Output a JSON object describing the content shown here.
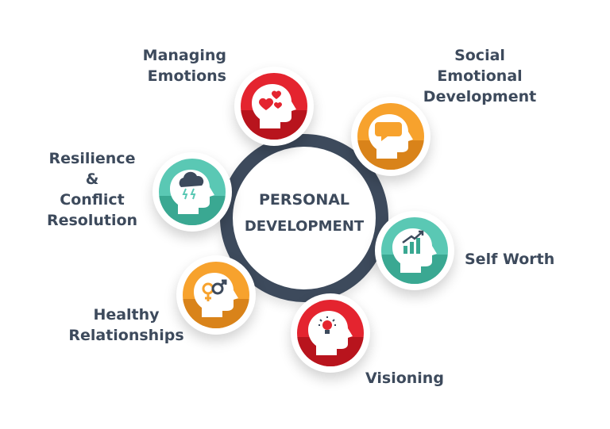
{
  "center": {
    "line1": "PERSONAL",
    "line2": "DEVELOPMENT"
  },
  "colors": {
    "ring": "#3d4a5c",
    "text": "#3d4a5c",
    "red": "#e4242f",
    "red_dark": "#b8141d",
    "orange": "#f7a22d",
    "orange_dark": "#d9831a",
    "teal": "#5ac8b4",
    "teal_dark": "#3aa892"
  },
  "nodes": [
    {
      "id": "managing-emotions",
      "lines": [
        "Managing",
        "Emotions"
      ],
      "color": "red",
      "icon": "hearts-icon"
    },
    {
      "id": "social-emotional-development",
      "lines": [
        "Social",
        "Emotional",
        "Development"
      ],
      "color": "orange",
      "icon": "speech-bubble-icon"
    },
    {
      "id": "resilience-conflict-resolution",
      "lines": [
        "Resilience",
        "&",
        "Conflict",
        "Resolution"
      ],
      "color": "teal",
      "icon": "storm-cloud-icon"
    },
    {
      "id": "self-worth",
      "lines": [
        "Self Worth"
      ],
      "color": "teal",
      "icon": "growth-chart-icon"
    },
    {
      "id": "healthy-relationships",
      "lines": [
        "Healthy",
        "Relationships"
      ],
      "color": "orange",
      "icon": "gender-symbols-icon"
    },
    {
      "id": "visioning",
      "lines": [
        "Visioning"
      ],
      "color": "red",
      "icon": "lightbulb-icon"
    }
  ]
}
